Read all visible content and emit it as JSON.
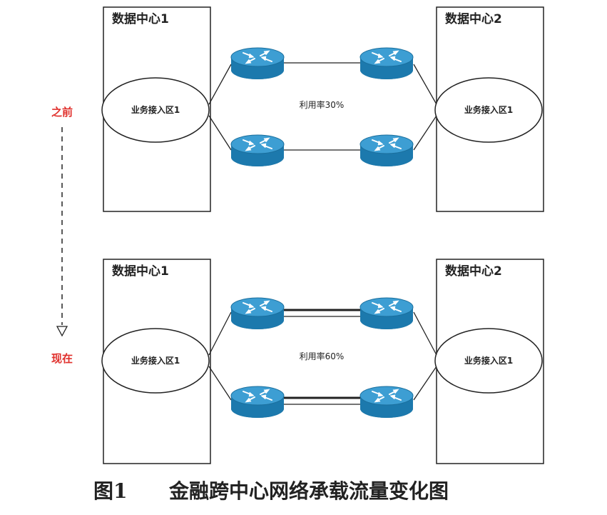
{
  "timeline": {
    "before_label": "之前",
    "now_label": "现在"
  },
  "scenarios": [
    {
      "dc_left_label": "数据中心1",
      "dc_right_label": "数据中心2",
      "zone_left_label": "业务接入区1",
      "zone_right_label": "业务接入区1",
      "utilization_label": "利用率30%",
      "link_count": 1
    },
    {
      "dc_left_label": "数据中心1",
      "dc_right_label": "数据中心2",
      "zone_left_label": "业务接入区1",
      "zone_right_label": "业务接入区1",
      "utilization_label": "利用率60%",
      "link_count": 2
    }
  ],
  "caption": {
    "figure_number": "图1",
    "title": "金融跨中心网络承载流量变化图"
  },
  "colors": {
    "accent_red": "#e0302c",
    "router_blue": "#1f7fb4",
    "router_blue_dark": "#115a85",
    "router_top": "#3d9ed3",
    "line": "#222222"
  },
  "icons": {
    "router": "router-icon",
    "arrow": "arrow-down-icon"
  }
}
